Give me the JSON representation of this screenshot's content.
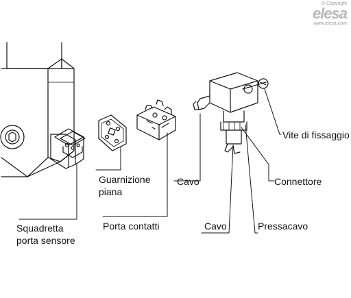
{
  "logo": {
    "copyright": "© Copyright",
    "brand": "elesa",
    "url": "www.elesa.com"
  },
  "labels": {
    "squadretta_line1": "Squadretta",
    "squadretta_line2": "porta sensore",
    "guarnizione_line1": "Guarnizione",
    "guarnizione_line2": "piana",
    "porta_contatti": "Porta contatti",
    "cavo_top": "Cavo",
    "cavo_bottom": "Cavo",
    "connettore": "Connettore",
    "pressacavo": "Pressacavo",
    "vite": "Vite di fissaggio"
  }
}
